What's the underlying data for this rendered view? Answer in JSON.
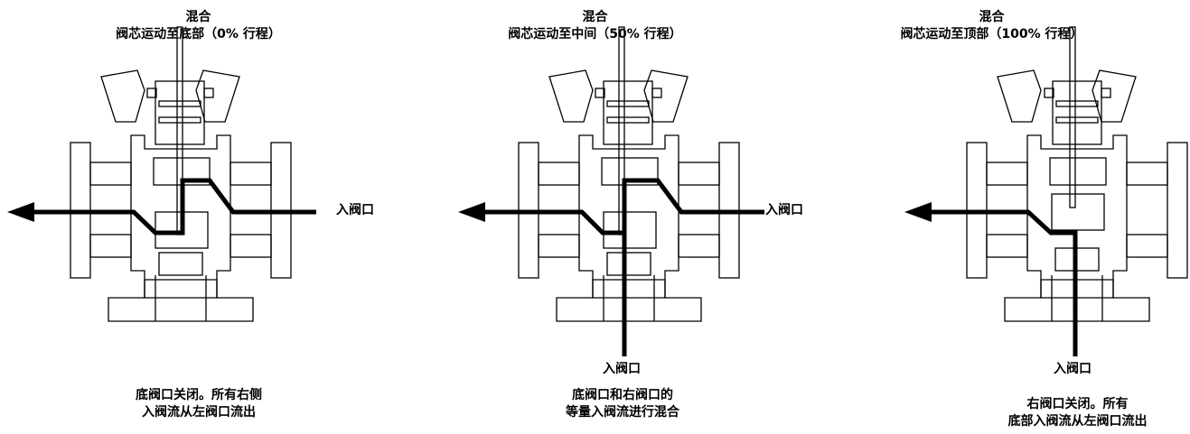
{
  "panels": [
    {
      "title": "混合",
      "subtitle": "阀芯运动至底部（0% 行程）",
      "right_inlet": "入阀口",
      "bottom_inlet": "",
      "caption_line1": "底阀口关闭。所有右侧",
      "caption_line2": "入阀流从左阀口流出"
    },
    {
      "title": "混合",
      "subtitle": "阀芯运动至中间（50% 行程）",
      "right_inlet": "入阀口",
      "bottom_inlet": "入阀口",
      "caption_line1": "底阀口和右阀口的",
      "caption_line2": "等量入阀流进行混合"
    },
    {
      "title": "混合",
      "subtitle": "阀芯运动至顶部（100% 行程）",
      "right_inlet": "",
      "bottom_inlet": "入阀口",
      "caption_line1": "右阀口关闭。所有",
      "caption_line2": "底部入阀流从左阀口流出"
    }
  ],
  "colors": {
    "line": "#000000",
    "background": "#ffffff"
  }
}
